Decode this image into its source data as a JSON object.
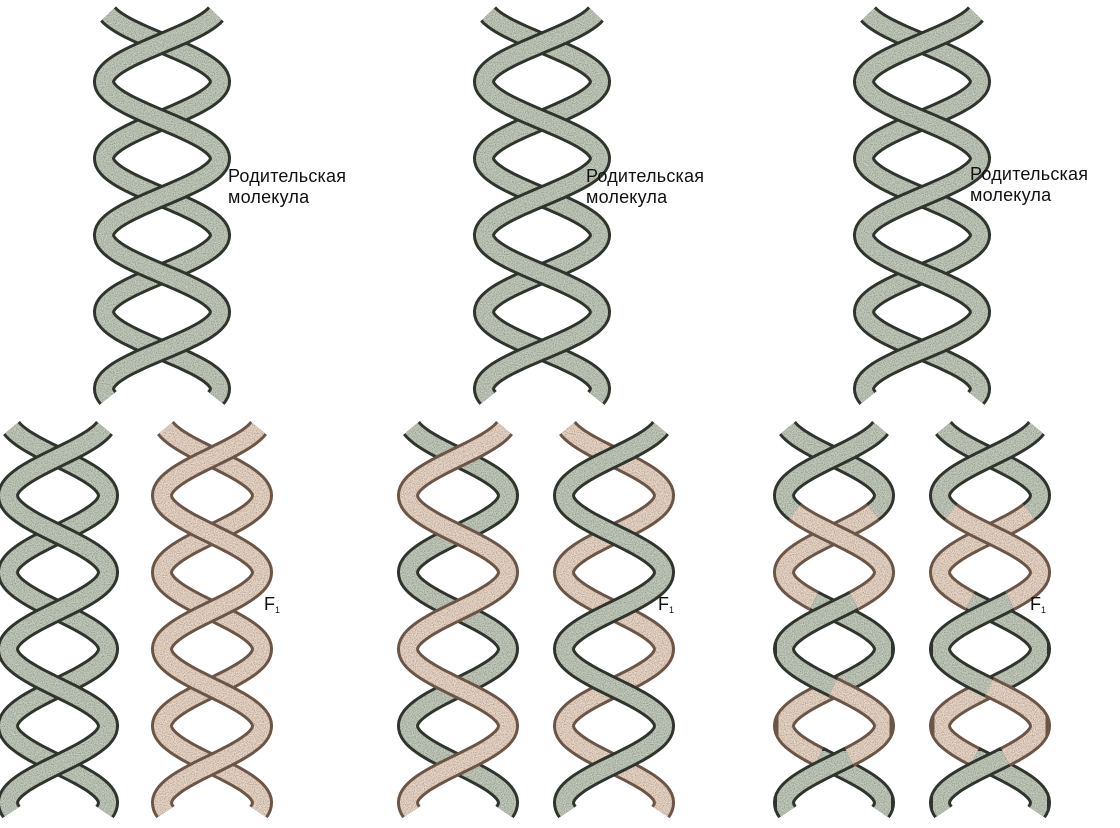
{
  "colors": {
    "parental_strand": "#c8d0c1",
    "parental_edge": "#2f342d",
    "new_strand": "#f0dccb",
    "new_edge": "#6b5546"
  },
  "panels": [
    {
      "name": "conservative",
      "parent_label_line1": "Родительская",
      "parent_label_line2": "молекула",
      "generation_label": "F",
      "generation_sub": "1",
      "f1": [
        {
          "strandA": "parental",
          "strandB": "parental"
        },
        {
          "strandA": "new",
          "strandB": "new"
        }
      ]
    },
    {
      "name": "semi-conservative",
      "parent_label_line1": "Родительская",
      "parent_label_line2": "молекула",
      "generation_label": "F",
      "generation_sub": "1",
      "f1": [
        {
          "strandA": "new",
          "strandB": "parental"
        },
        {
          "strandA": "parental",
          "strandB": "new"
        }
      ]
    },
    {
      "name": "dispersive",
      "parent_label_line1": "Родительская",
      "parent_label_line2": "молекула",
      "generation_label": "F",
      "generation_sub": "1",
      "f1": [
        {
          "strandA": "mixed",
          "strandB": "mixed"
        },
        {
          "strandA": "mixed",
          "strandB": "mixed"
        }
      ]
    }
  ]
}
